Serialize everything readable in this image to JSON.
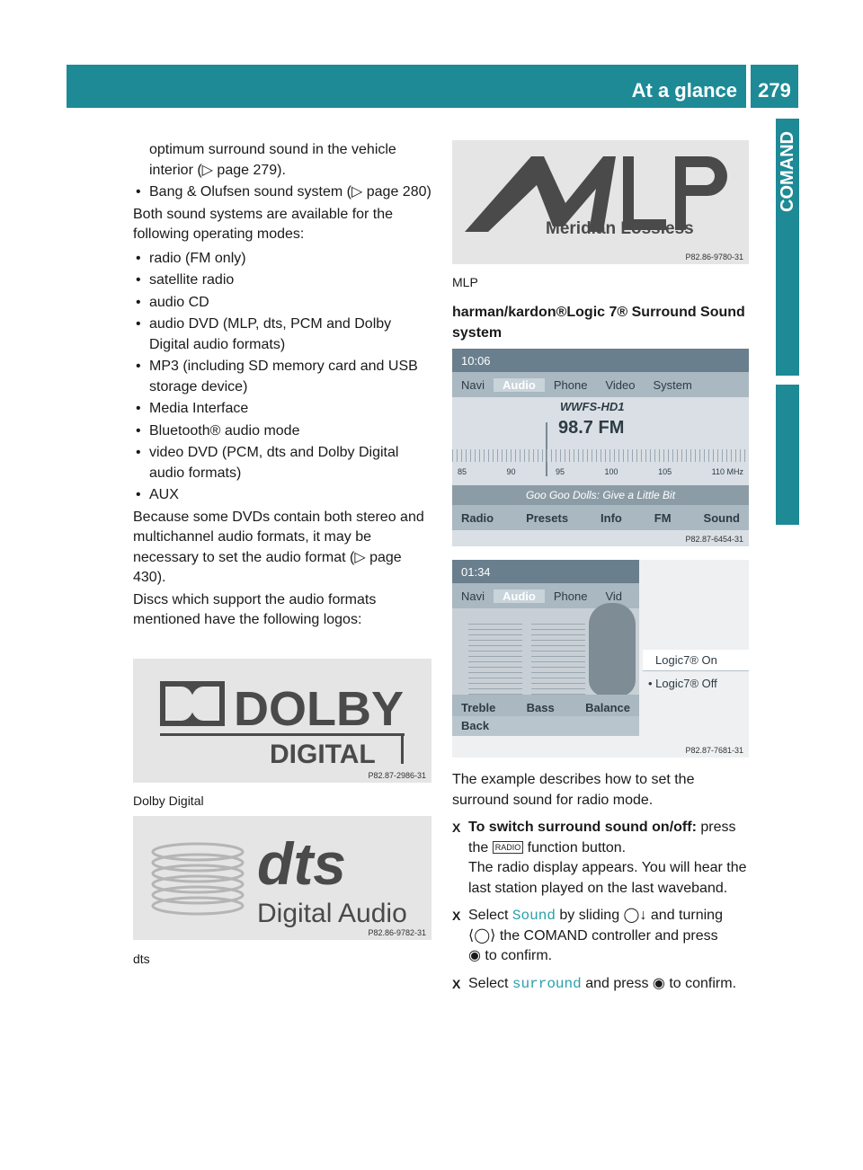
{
  "header": {
    "title": "At a glance",
    "page_number": "279",
    "side_tab": "COMAND"
  },
  "left": {
    "intro_text": "optimum surround sound in the vehicle interior (▷ page 279).",
    "bang_bullet": "Bang & Olufsen sound system (▷ page 280)",
    "modes_intro": "Both sound systems are available for the following operating modes:",
    "modes": [
      "radio (FM only)",
      "satellite radio",
      "audio CD",
      "audio DVD (MLP, dts, PCM and Dolby Digital audio formats)",
      "MP3 (including SD memory card and USB storage device)",
      "Media Interface",
      "Bluetooth® audio mode",
      "video DVD (PCM, dts and Dolby Digital audio formats)",
      "AUX"
    ],
    "dvd_para": "Because some DVDs contain both stereo and multichannel audio formats, it may be necessary to set the audio format (▷ page 430).",
    "discs_para": "Discs which support the audio formats mentioned have the following logos:",
    "dolby_logo": {
      "code": "P82.87-2986-31",
      "caption": "Dolby Digital"
    },
    "dts_logo": {
      "code": "P82.86-9782-31",
      "caption": "dts"
    }
  },
  "right": {
    "mlp_logo": {
      "code": "P82.86-9780-31",
      "caption": "MLP"
    },
    "heading": "harman/kardon®Logic 7® Surround Sound system",
    "radio_screen": {
      "time": "10:06",
      "nav": [
        "Navi",
        "Audio",
        "Phone",
        "Video",
        "System"
      ],
      "station_id": "WWFS-HD1",
      "frequency": "98.7 FM",
      "scale": [
        "85",
        "90",
        "95",
        "100",
        "105",
        "110 MHz"
      ],
      "song": "Goo Goo Dolls: Give a Little Bit",
      "softkeys": [
        "Radio",
        "Presets",
        "Info",
        "FM",
        "Sound"
      ],
      "code": "P82.87-6454-31"
    },
    "sound_screen": {
      "time": "01:34",
      "nav": [
        "Navi",
        "Audio",
        "Phone",
        "Vid"
      ],
      "menu_on": "Logic7® On",
      "menu_off": "• Logic7® Off",
      "controls": [
        "Treble",
        "Bass",
        "Balance"
      ],
      "back": "Back",
      "code": "P82.87-7681-31"
    },
    "example_para": "The example describes how to set the surround sound for radio mode.",
    "step1_bold": "To switch surround sound on/off:",
    "step1_text": "press the",
    "step1_button": "RADIO",
    "step1_tail": "function button.",
    "step1_result": "The radio display appears. You will hear the last station played on the last waveband.",
    "step2_select": "Select",
    "step2_item": "Sound",
    "step2_text1": "by sliding",
    "step2_text2": "and turning",
    "step2_text3": "the COMAND controller and press",
    "step2_text4": "to confirm.",
    "step3_select": "Select",
    "step3_item": "surround",
    "step3_text": "and press",
    "step3_tail": "to confirm."
  }
}
